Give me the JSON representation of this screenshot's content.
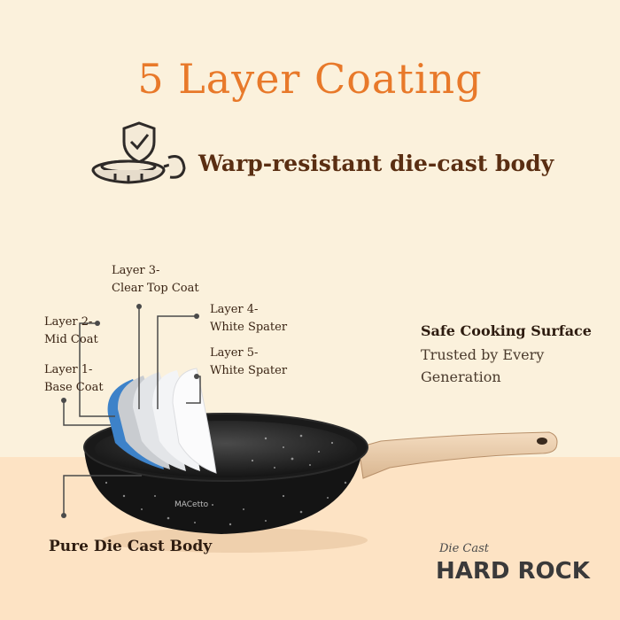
{
  "title": "5 Layer Coating",
  "feature": {
    "text": "Warp-resistant die-cast body",
    "icon": "shield-pan-hammer-icon"
  },
  "layers": [
    {
      "line1": "Layer 3-",
      "line2": "Clear Top Coat"
    },
    {
      "line1": "Layer 2-",
      "line2": "Mid Coat"
    },
    {
      "line1": "Layer 4-",
      "line2": "White Spater"
    },
    {
      "line1": "Layer 5-",
      "line2": "White Spater"
    },
    {
      "line1": "Layer 1-",
      "line2": "Base Coat"
    }
  ],
  "safe": {
    "title": "Safe Cooking Surface",
    "subtitle": "Trusted by Every Generation"
  },
  "body_label": "Pure Die Cast Body",
  "brand": {
    "small": "Die Cast",
    "big": "HARD ROCK"
  },
  "pan_logo": "MACetto",
  "colors": {
    "background": "#fbf1dc",
    "floor": "#fde3c4",
    "title": "#e8792a",
    "feature": "#5a2e12",
    "base_coat": "#3d82c9"
  }
}
